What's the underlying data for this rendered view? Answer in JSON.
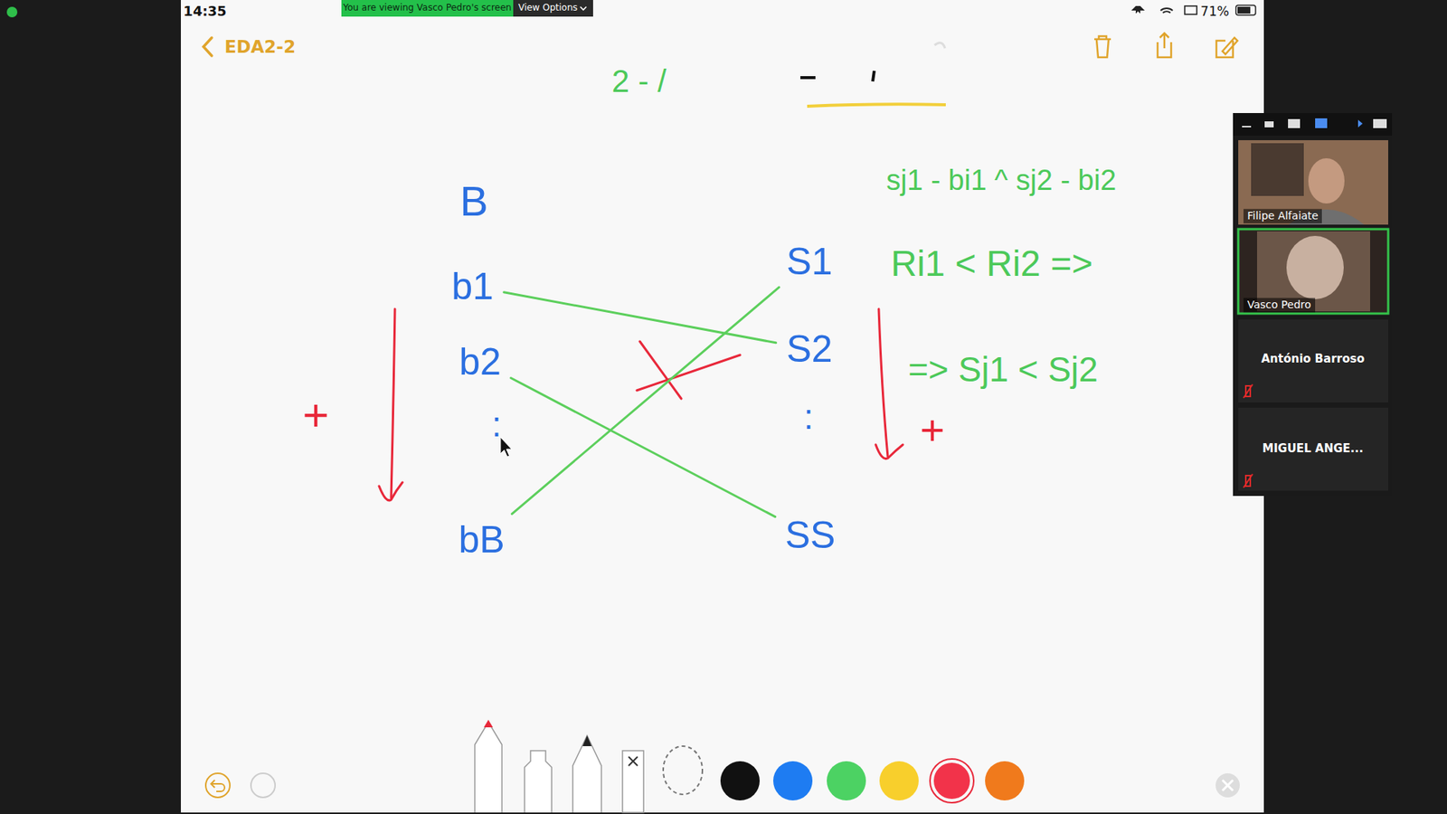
{
  "diagram": {
    "nodes": [
      {
        "text": [
          "b1"
        ]
      },
      {
        "text": [
          "b2"
        ]
      },
      {
        "text": [
          "bB"
        ]
      },
      {
        "text": [
          "S1"
        ]
      },
      {
        "text": [
          "S2"
        ]
      },
      {
        "text": [
          "SS"
        ]
      }
    ],
    "edges": [
      {
        "from": 0,
        "to": 4,
        "arrow": "none"
      },
      {
        "from": 1,
        "to": 5,
        "arrow": "none"
      },
      {
        "from": 2,
        "to": 3,
        "arrow": "none"
      }
    ],
    "labels": [
      "14:35",
      "You are viewing Vasco Pedro's screen",
      "View Options",
      "71%",
      "EDA2-2",
      "2 - /",
      "B",
      ":",
      ":",
      "+",
      "+",
      "sj1 - bi1 ^ sj2 - bi2",
      "Ri1 < Ri2 =>",
      "=> Sj1 < Sj2",
      "Filipe Alfaiate",
      "Vasco Pedro",
      "António Barroso",
      "MIGUEL ANGE..."
    ]
  }
}
